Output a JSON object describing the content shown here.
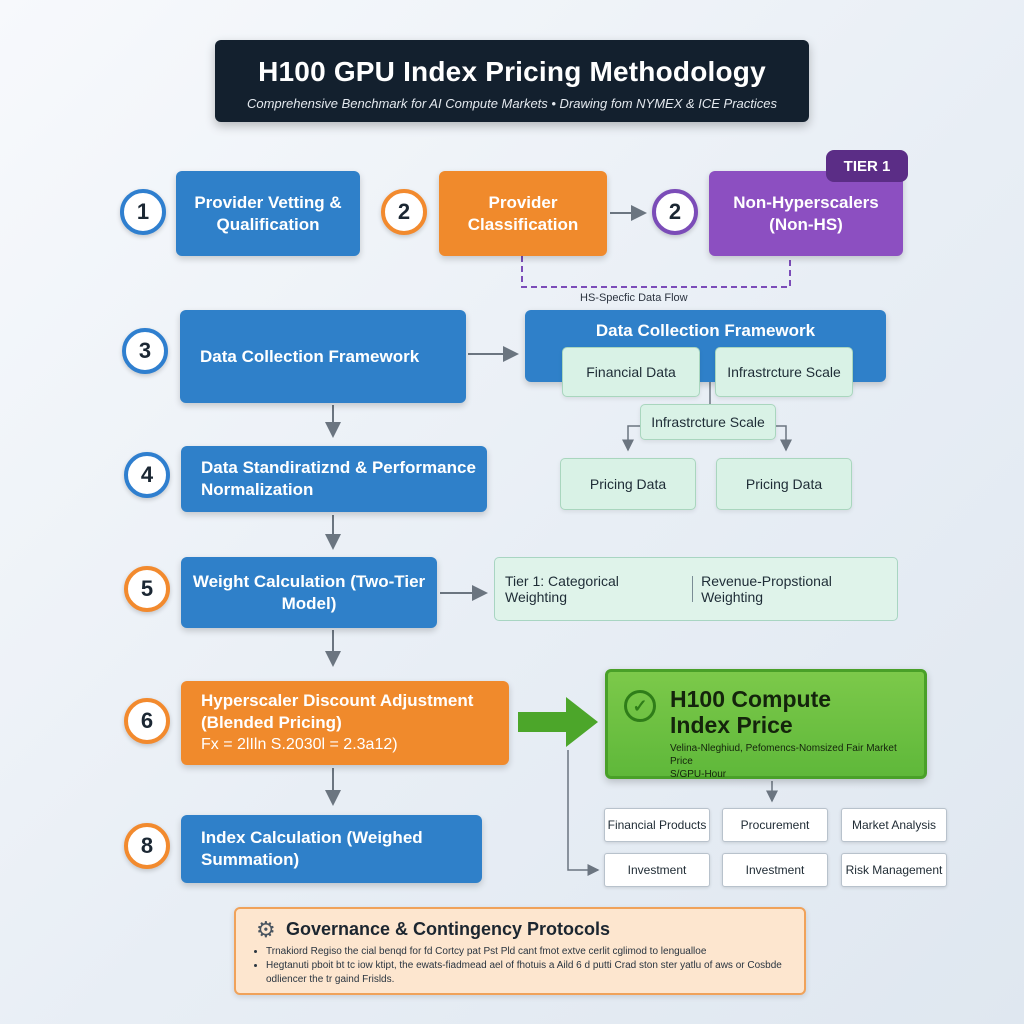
{
  "header": {
    "title": "H100 GPU Index Pricing Methodology",
    "subtitle": "Comprehensive Benchmark for AI Compute Markets • Drawing fom NYMEX & ICE Practices"
  },
  "steps": {
    "s1": {
      "number": "1",
      "label": "Provider Vetting & Qualification"
    },
    "s2": {
      "number": "2",
      "label": "Provider Classification"
    },
    "s2b": {
      "number": "2",
      "label": "Non-Hyperscalers (Non-HS)",
      "badge": "TIER 1"
    },
    "s3": {
      "number": "3",
      "label": "Data Collection Framework"
    },
    "s4": {
      "number": "4",
      "label": "Data Standiratiznd & Performance Normalization"
    },
    "s5": {
      "number": "5",
      "label": "Weight Calculation (Two-Tier Model)"
    },
    "s6": {
      "number": "6",
      "label": "Hyperscaler Discount Adjustment (Blended Pricing)",
      "formula": "Fx = 2lIln S.2030l = 2.3a12)"
    },
    "s8": {
      "number": "8",
      "label": "Index Calculation (Weighed Summation)"
    }
  },
  "hs_flow_label": "HS-Specfic Data Flow",
  "framework": {
    "title": "Data Collection Framework",
    "financial": "Financial Data",
    "infra_top": "Infrastrcture Scale",
    "infra_mid": "Infrastrcture Scale",
    "pricing_left": "Pricing Data",
    "pricing_right": "Pricing Data"
  },
  "weighting": {
    "left": "Tier 1: Categorical Weighting",
    "right": "Revenue-Propstional Weighting"
  },
  "index_price": {
    "title": "H100 Compute Index Price",
    "subtitle_line1": "Velina-Nleghiud, Pefomencs-Nomsized Fair Market Price",
    "subtitle_line2": "S/GPU-Hour"
  },
  "applications": [
    "Financial Products",
    "Procurement",
    "Market Analysis",
    "Investment",
    "Investment",
    "Risk Management"
  ],
  "governance": {
    "title": "Governance & Contingency Protocols",
    "bullets": [
      "Trnakiord Regiso the cial benqd for fd Cortcy pat Pst Pld cant fmot extve cerlit cglimod to lengualloe",
      "Hegtanuti pboit bt tc iow ktipt, the ewats-fiadmead ael of fhotuis a Aild 6 d putti Crad ston ster yatlu of aws or Cosbde odliencer the tr gaind Frislds."
    ]
  },
  "colors": {
    "blue": "#2f80c9",
    "orange": "#f08a2c",
    "purple": "#8c4fc1",
    "green": "#5fb83a",
    "header_bg": "#13202e"
  }
}
